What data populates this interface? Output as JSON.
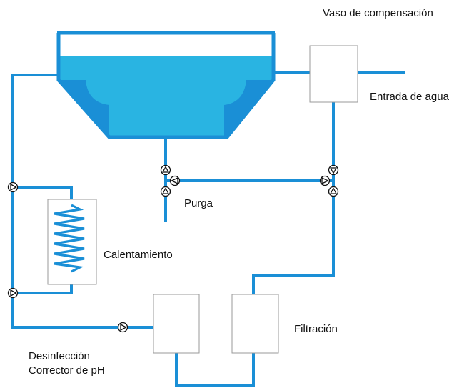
{
  "labels": {
    "compensation_tank": "Vaso de compensación",
    "water_inlet": "Entrada de agua",
    "purge": "Purga",
    "heating": "Calentamiento",
    "filtration": "Filtración",
    "disinfection": "Desinfección",
    "ph_corrector": "Corrector de pH"
  },
  "colors": {
    "pipe": "#1a8fd6",
    "water_light": "#29b4e2",
    "water_dark": "#1a8fd6",
    "pool_outline": "#1a8fd6",
    "equipment_border": "#9a9a9a",
    "valve_outline": "#111111"
  },
  "icons": {
    "valve": "check-valve-icon",
    "heater": "heating-coil-icon"
  }
}
